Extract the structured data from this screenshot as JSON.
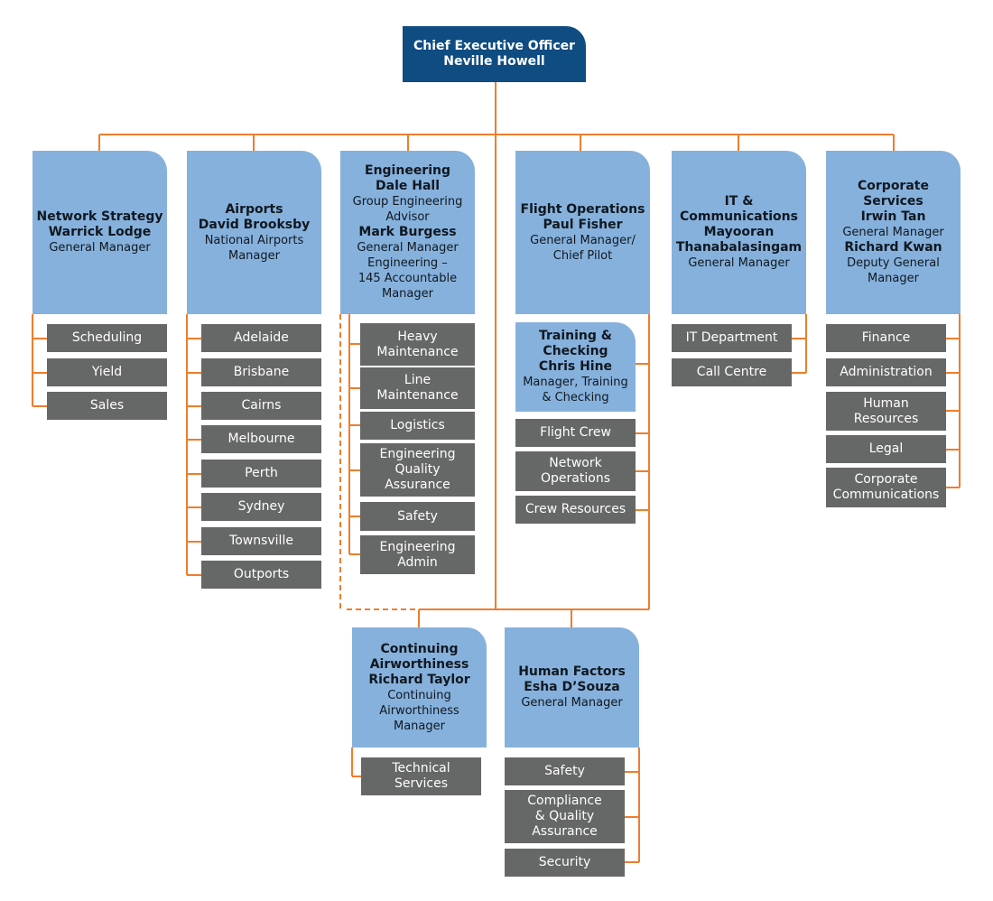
{
  "colors": {
    "ceo": "#0f4c81",
    "department": "#86b1dc",
    "unit": "#666767",
    "connector": "#ef7d2c"
  },
  "ceo": {
    "title": "Chief Executive Officer",
    "name": "Neville Howell"
  },
  "departments": [
    {
      "lines": [
        {
          "text": "Network Strategy",
          "bold": true
        },
        {
          "text": "Warrick Lodge",
          "bold": true
        },
        {
          "text": "General Manager"
        }
      ],
      "units": [
        "Scheduling",
        "Yield",
        "Sales"
      ]
    },
    {
      "lines": [
        {
          "text": "Airports",
          "bold": true
        },
        {
          "text": "David Brooksby",
          "bold": true
        },
        {
          "text": "National Airports"
        },
        {
          "text": "Manager"
        }
      ],
      "units": [
        "Adelaide",
        "Brisbane",
        "Cairns",
        "Melbourne",
        "Perth",
        "Sydney",
        "Townsville",
        "Outports"
      ]
    },
    {
      "lines": [
        {
          "text": "Engineering",
          "bold": true
        },
        {
          "text": "Dale Hall",
          "bold": true
        },
        {
          "text": "Group Engineering"
        },
        {
          "text": "Advisor"
        },
        {
          "text": "Mark Burgess",
          "bold": true
        },
        {
          "text": "General Manager"
        },
        {
          "text": "Engineering –"
        },
        {
          "text": "145 Accountable"
        },
        {
          "text": "Manager"
        }
      ],
      "units": [
        [
          "Heavy",
          "Maintenance"
        ],
        [
          "Line",
          "Maintenance"
        ],
        [
          "Logistics"
        ],
        [
          "Engineering",
          "Quality",
          "Assurance"
        ],
        [
          "Safety"
        ],
        [
          "Engineering",
          "Admin"
        ]
      ]
    },
    {
      "lines": [
        {
          "text": "Flight Operations",
          "bold": true
        },
        {
          "text": "Paul Fisher",
          "bold": true
        },
        {
          "text": "General Manager/"
        },
        {
          "text": "Chief Pilot"
        }
      ],
      "training": {
        "lines": [
          {
            "text": "Training &",
            "bold": true
          },
          {
            "text": "Checking",
            "bold": true
          },
          {
            "text": "Chris Hine",
            "bold": true
          },
          {
            "text": "Manager, Training"
          },
          {
            "text": "& Checking"
          }
        ]
      },
      "units": [
        [
          "Flight Crew"
        ],
        [
          "Network",
          "Operations"
        ],
        [
          "Crew Resources"
        ]
      ]
    },
    {
      "lines": [
        {
          "text": "IT &",
          "bold": true
        },
        {
          "text": "Communications",
          "bold": true
        },
        {
          "text": "Mayooran",
          "bold": true
        },
        {
          "text": "Thanabalasingam",
          "bold": true
        },
        {
          "text": "General Manager"
        }
      ],
      "units": [
        "IT Department",
        "Call Centre"
      ]
    },
    {
      "lines": [
        {
          "text": "Corporate",
          "bold": true
        },
        {
          "text": "Services",
          "bold": true
        },
        {
          "text": "Irwin Tan",
          "bold": true
        },
        {
          "text": "General Manager"
        },
        {
          "text": "Richard Kwan",
          "bold": true
        },
        {
          "text": "Deputy General"
        },
        {
          "text": "Manager"
        }
      ],
      "units": [
        [
          "Finance"
        ],
        [
          "Administration"
        ],
        [
          "Human",
          "Resources"
        ],
        [
          "Legal"
        ],
        [
          "Corporate",
          "Communications"
        ]
      ]
    },
    {
      "lines": [
        {
          "text": "Continuing",
          "bold": true
        },
        {
          "text": "Airworthiness",
          "bold": true
        },
        {
          "text": "Richard Taylor",
          "bold": true
        },
        {
          "text": "Continuing"
        },
        {
          "text": "Airworthiness"
        },
        {
          "text": "Manager"
        }
      ],
      "units": [
        [
          "Technical",
          "Services"
        ]
      ]
    },
    {
      "lines": [
        {
          "text": "Human Factors",
          "bold": true
        },
        {
          "text": "Esha D’Souza",
          "bold": true
        },
        {
          "text": "General Manager"
        }
      ],
      "units": [
        [
          "Safety"
        ],
        [
          "Compliance",
          "& Quality",
          "Assurance"
        ],
        [
          "Security"
        ]
      ]
    }
  ]
}
